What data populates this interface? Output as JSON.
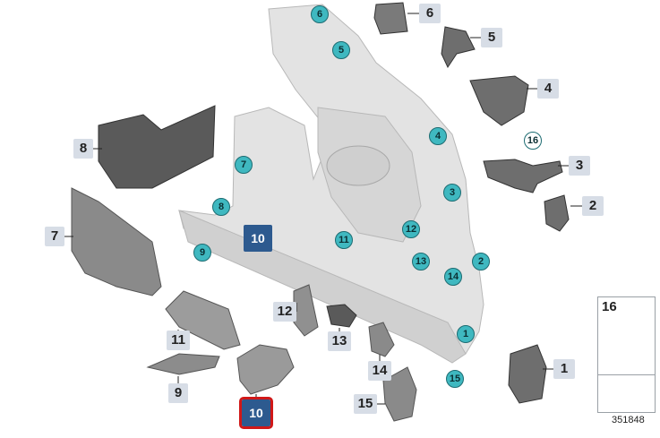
{
  "callouts": {
    "c1": "1",
    "c2": "2",
    "c3": "3",
    "c4": "4",
    "c5": "5",
    "c6": "6",
    "c7": "7",
    "c8": "8",
    "c9": "9",
    "c10": "10",
    "c11": "11",
    "c12": "12",
    "c13": "13",
    "c14": "14",
    "c15": "15",
    "c16": "16"
  },
  "markers": {
    "m1": "1",
    "m2": "2",
    "m3": "3",
    "m4": "4",
    "m5": "5",
    "m6": "6",
    "m7": "7",
    "m8": "8",
    "m9": "9",
    "m11": "11",
    "m12": "12",
    "m13": "13",
    "m14": "14",
    "m15": "15",
    "m16": "16"
  },
  "dark_labels": {
    "d_main": "10",
    "d_part": "10"
  },
  "legend": {
    "number": "16"
  },
  "image_id": "351848",
  "colors": {
    "marker": "#3fb8c0",
    "label_bg": "#d7dde6",
    "dark_label": "#2d5a8f",
    "highlight": "#d01818"
  }
}
